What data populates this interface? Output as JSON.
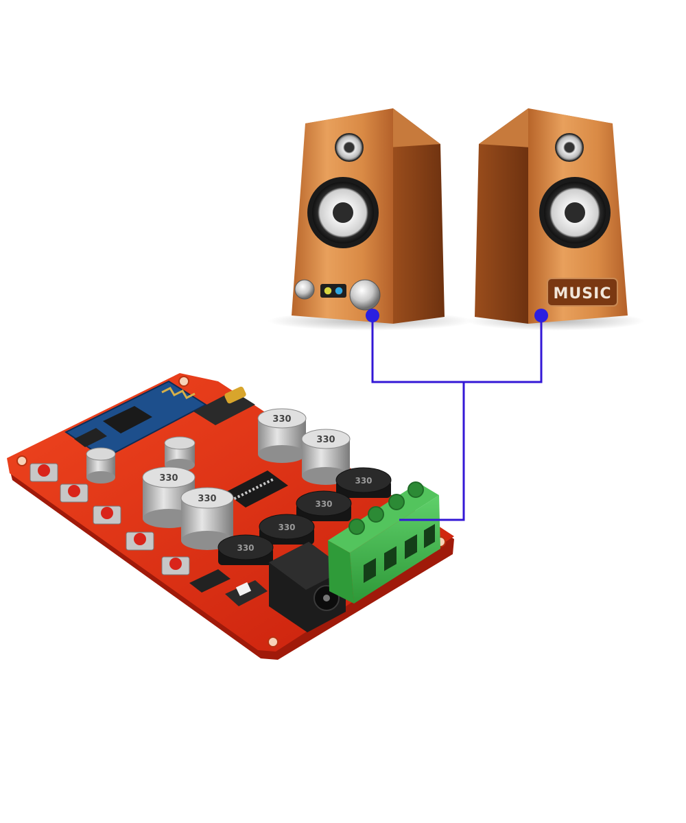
{
  "speaker_right": {
    "label": "MUSIC"
  },
  "board": {
    "capacitor_marking": "330",
    "inductor_marking": "330"
  },
  "colors": {
    "wire": "#3317d6",
    "terminal_dot": "#2a1fe0",
    "wood_light": "#e0904b",
    "wood_dark": "#8f4719",
    "pcb_red": "#e02a12",
    "terminal_green": "#3fb34a",
    "bt_module_blue": "#1d4f8c"
  }
}
